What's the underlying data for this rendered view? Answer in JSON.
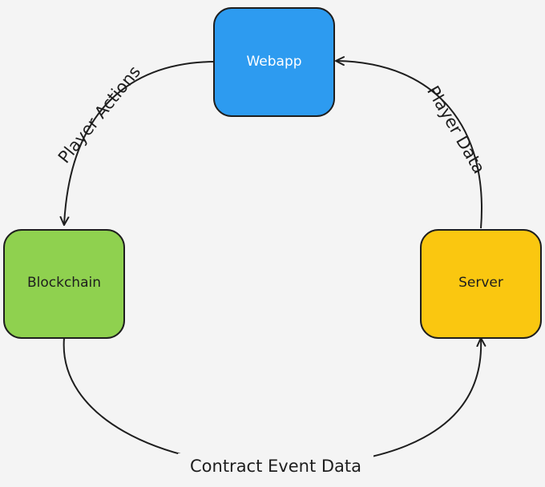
{
  "nodes": {
    "webapp": {
      "label": "Webapp",
      "fill": "#2d9bf0",
      "text_color": "#ffffff"
    },
    "blockchain": {
      "label": "Blockchain",
      "fill": "#8fd14f",
      "text_color": "#1e1e1e"
    },
    "server": {
      "label": "Server",
      "fill": "#fac710",
      "text_color": "#1e1e1e"
    }
  },
  "edges": [
    {
      "from": "webapp",
      "to": "blockchain",
      "label": "Player Actions"
    },
    {
      "from": "server",
      "to": "webapp",
      "label": "Player Data"
    },
    {
      "from": "blockchain",
      "to": "server",
      "label": "Contract Event Data"
    }
  ],
  "colors": {
    "background": "#f4f4f4",
    "stroke": "#1e1e1e"
  }
}
